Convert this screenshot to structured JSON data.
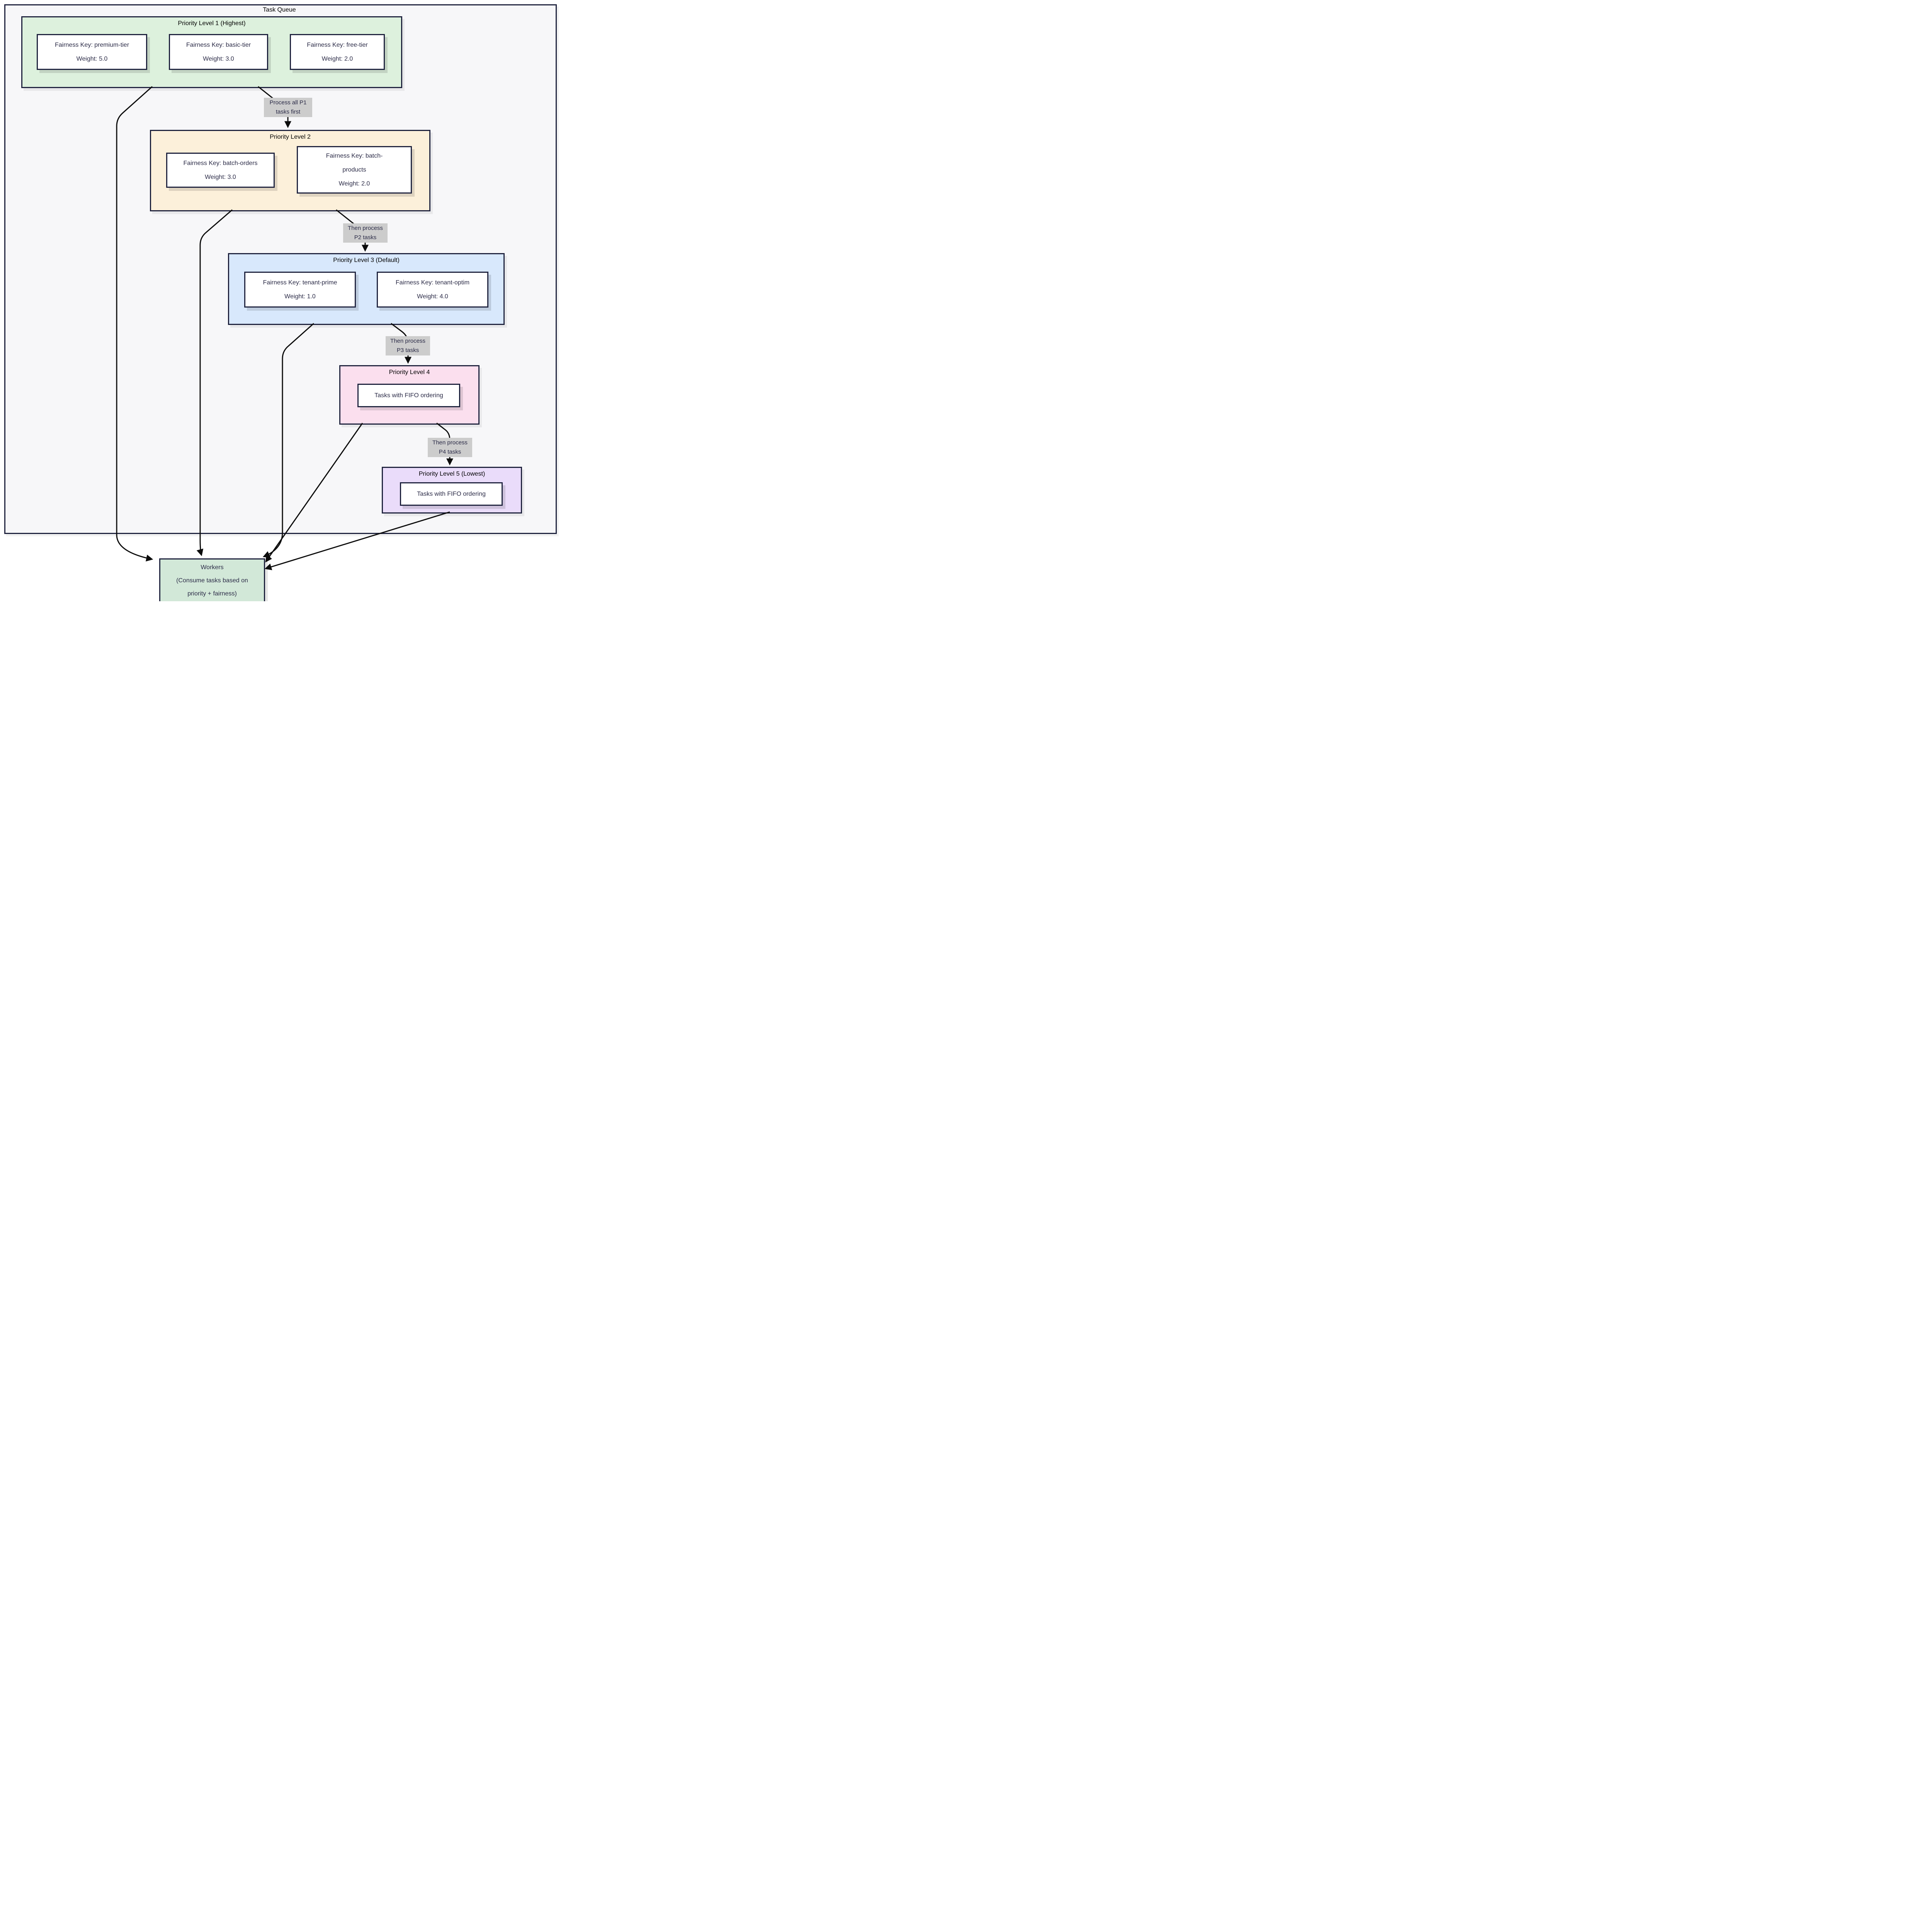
{
  "title": "Task Queue",
  "clusters": [
    {
      "label": "Priority Level 1 (Highest)",
      "fill": "#ddf1dd",
      "nodes": [
        {
          "lines": [
            "Fairness Key: premium-tier",
            "Weight: 5.0"
          ]
        },
        {
          "lines": [
            "Fairness Key: basic-tier",
            "Weight: 3.0"
          ]
        },
        {
          "lines": [
            "Fairness Key: free-tier",
            "Weight: 2.0"
          ]
        }
      ]
    },
    {
      "label": "Priority Level 2",
      "fill": "#fcf0da",
      "nodes": [
        {
          "lines": [
            "Fairness Key: batch-orders",
            "Weight: 3.0"
          ]
        },
        {
          "lines": [
            "Fairness Key: batch-",
            "products",
            "Weight: 2.0"
          ]
        }
      ]
    },
    {
      "label": "Priority Level 3 (Default)",
      "fill": "#d8e8fc",
      "nodes": [
        {
          "lines": [
            "Fairness Key: tenant-prime",
            "Weight: 1.0"
          ]
        },
        {
          "lines": [
            "Fairness Key: tenant-optim",
            "Weight: 4.0"
          ]
        }
      ]
    },
    {
      "label": "Priority Level 4",
      "fill": "#fbdfee",
      "nodes": [
        {
          "lines": [
            "Tasks with FIFO ordering"
          ]
        }
      ]
    },
    {
      "label": "Priority Level 5 (Lowest)",
      "fill": "#eadcfa",
      "nodes": [
        {
          "lines": [
            "Tasks with FIFO ordering"
          ]
        }
      ]
    }
  ],
  "edge_labels": [
    {
      "lines": [
        "Process all P1",
        "tasks first"
      ]
    },
    {
      "lines": [
        "Then process",
        "P2 tasks"
      ]
    },
    {
      "lines": [
        "Then process",
        "P3 tasks"
      ]
    },
    {
      "lines": [
        "Then process",
        "P4 tasks"
      ]
    }
  ],
  "workers": {
    "fill": "#d2e8d8",
    "lines": [
      "Workers",
      "(Consume tasks based on",
      "priority + fairness)"
    ]
  },
  "colors": {
    "container_fill": "#f7f7f9",
    "border": "#20243f",
    "arrow": "#0c0c0c",
    "edge_label_bg": "#cccccc",
    "node_fill": "#ffffff",
    "text": "#2b2b47",
    "header_text": "#000000"
  }
}
